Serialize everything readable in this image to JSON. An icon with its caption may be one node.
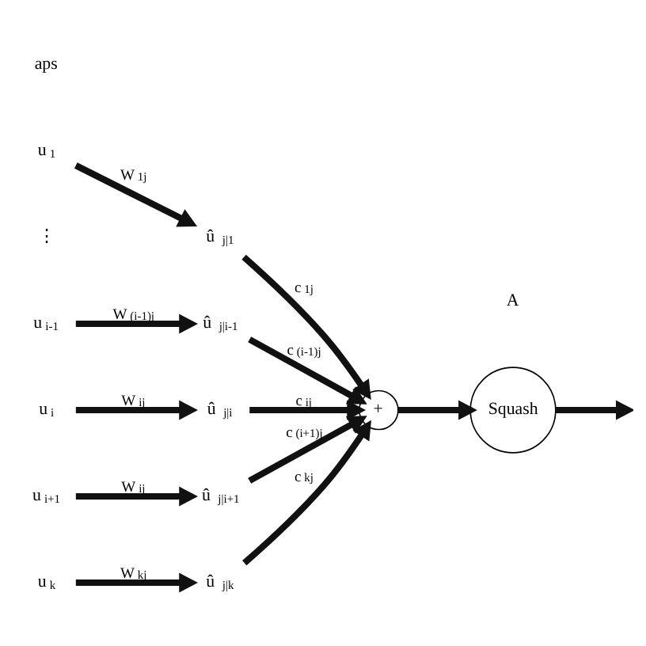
{
  "diagram": {
    "nodes": [
      {
        "text": [
          "u$_{1}$"
        ]
      },
      {
        "text": [
          "u$_{i-1}$"
        ]
      },
      {
        "text": [
          "u$_{i}$"
        ]
      },
      {
        "text": [
          "u$_{i+1}$"
        ]
      },
      {
        "text": [
          "u$_{k}$"
        ]
      },
      {
        "text": [
          "û $_{j|1}$"
        ]
      },
      {
        "text": [
          "û $_{j|i-1}$"
        ]
      },
      {
        "text": [
          "û $_{j|i}$"
        ]
      },
      {
        "text": [
          "û $_{j|i+1}$"
        ]
      },
      {
        "text": [
          "û $_{j|k}$"
        ]
      },
      {
        "text": [
          "+"
        ]
      },
      {
        "text": [
          "Squash"
        ]
      }
    ],
    "edges": [
      {
        "from": 0,
        "to": 5,
        "arrow": "to",
        "label": "W$_{1j}$"
      },
      {
        "from": 1,
        "to": 6,
        "arrow": "to",
        "label": "W$_{(i-1)j}$"
      },
      {
        "from": 2,
        "to": 7,
        "arrow": "to",
        "label": "W$_{ij}$"
      },
      {
        "from": 3,
        "to": 8,
        "arrow": "to",
        "label": "W$_{ij}$"
      },
      {
        "from": 4,
        "to": 9,
        "arrow": "to",
        "label": "W$_{kj}$"
      },
      {
        "from": 5,
        "to": 10,
        "arrow": "to",
        "label": "c$_{1j}$"
      },
      {
        "from": 6,
        "to": 10,
        "arrow": "to",
        "label": "c$_{(i-1)j}$"
      },
      {
        "from": 7,
        "to": 10,
        "arrow": "to",
        "label": "c$_{ij}$"
      },
      {
        "from": 8,
        "to": 10,
        "arrow": "to",
        "label": "c$_{(i+1)j}$"
      },
      {
        "from": 9,
        "to": 10,
        "arrow": "to",
        "label": "c$_{kj}$"
      },
      {
        "from": 10,
        "to": 11,
        "arrow": "to"
      },
      {
        "from": 11,
        "to": null,
        "arrow": "to"
      }
    ],
    "labels": [
      "aps",
      "⋮",
      "A"
    ]
  }
}
